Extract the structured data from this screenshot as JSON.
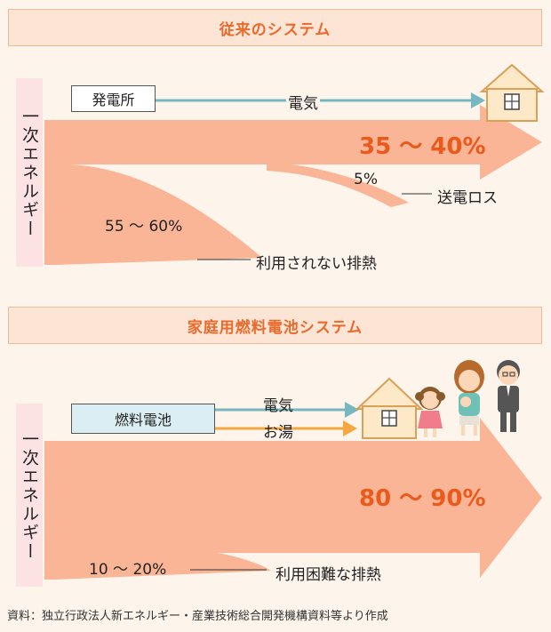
{
  "section1": {
    "header": "従来のシステム",
    "side_label": "一次エネルギー",
    "plant_label": "発電所",
    "electricity_label": "電気",
    "main_percent": "35 ～ 40%",
    "loss_percent": "5%",
    "loss_label": "送電ロス",
    "waste_percent": "55 ～ 60%",
    "waste_label": "利用されない排熱"
  },
  "section2": {
    "header": "家庭用燃料電池システム",
    "side_label": "一次エネルギー",
    "fuelcell_label": "燃料電池",
    "electricity_label": "電気",
    "hotwater_label": "お湯",
    "main_percent": "80 ～ 90%",
    "waste_percent": "10 ～ 20%",
    "waste_label": "利用困難な排熱"
  },
  "footnote": "資料：独立行政法人新エネルギー・産業技術総合開発機構資料等より作成",
  "colors": {
    "arrow": "#f9b595",
    "accent": "#ea5a1c",
    "header_bg": "#fce5d5",
    "side_bg": "#fde2e3",
    "electric_line": "#76b7c0",
    "hotwater_line": "#f5a740"
  }
}
